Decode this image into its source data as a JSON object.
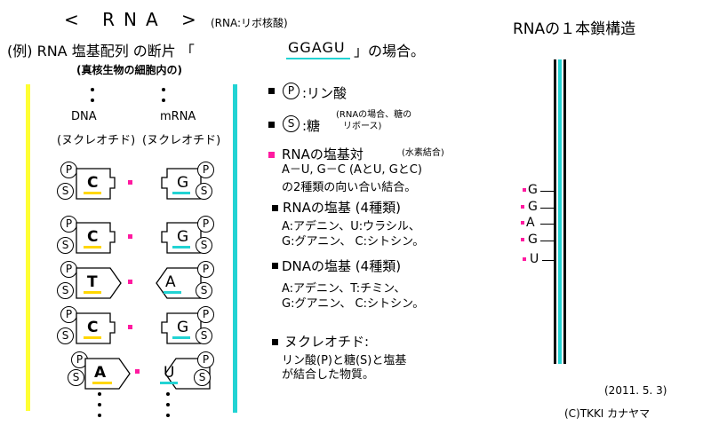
{
  "header": {
    "title": "< RNA >",
    "title_note": "(RNA:リボ核酸)",
    "example_prefix": "(例)  RNA  塩基配列  の断片 「",
    "example_seq": "GGAGU",
    "example_suffix": "」の場合。",
    "location": "(真核生物の細胞内の)"
  },
  "right_title": "RNAの１本鎖構造",
  "columns": {
    "dna_label": "DNA",
    "dna_sub": "(ヌクレオチド)",
    "mrna_label": "mRNA",
    "mrna_sub": "(ヌクレオチド)"
  },
  "pairs": [
    {
      "dna": "C",
      "rna": "G"
    },
    {
      "dna": "C",
      "rna": "G"
    },
    {
      "dna": "T",
      "rna": "A"
    },
    {
      "dna": "C",
      "rna": "G"
    },
    {
      "dna": "A",
      "rna": "U"
    }
  ],
  "symbols": {
    "p": "P",
    "s": "S"
  },
  "legend": {
    "p_label": ":リン酸",
    "s_label": ":糖",
    "s_note_1": "(RNAの場合、糖の",
    "s_note_2": "リボース)",
    "pair_head": "RNAの塩基対",
    "pair_note": "(水素結合)",
    "pair_line1": "A－U, G－C (AとU, GとC)",
    "pair_line2": "の2種類の向い合い結合。",
    "rna_head": "RNAの塩基 (4種類)",
    "rna_line1": "A:アデニン、U:ウラシル、",
    "rna_line2": "G:グアニン、 C:シトシン。",
    "dna_head": "DNAの塩基 (4種類)",
    "dna_line1": "A:アデニン、T:チミン、",
    "dna_line2": "G:グアニン、 C:シトシン。",
    "nuc_head": "ヌクレオチド:",
    "nuc_line1": "リン酸(P)と糖(S)と塩基",
    "nuc_line2": "が結合した物質。"
  },
  "strand_bases": [
    "G",
    "G",
    "A",
    "G",
    "U"
  ],
  "footer": {
    "date": "(2011. 5. 3)",
    "credit": "(C)TKKI カナヤマ"
  },
  "colors": {
    "yellow": "#ffff33",
    "cyan": "#22d3d3",
    "magenta": "#ff1aa0",
    "pink_bullet": "#ff1aa0"
  }
}
